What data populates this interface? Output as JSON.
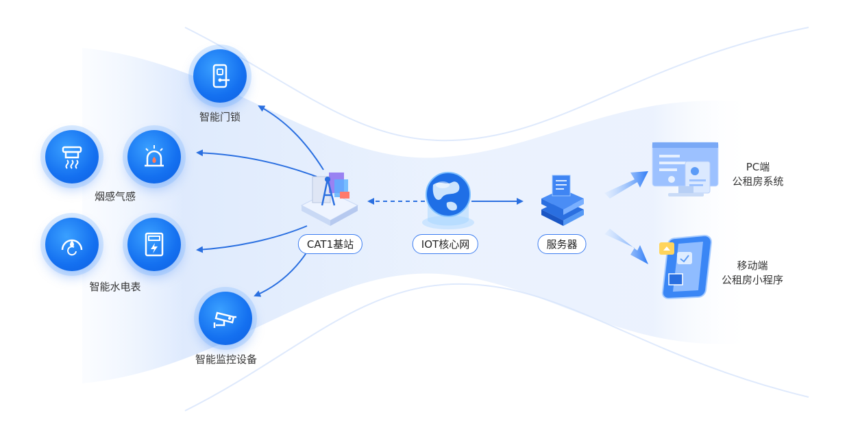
{
  "devices": {
    "door_lock": "智能门锁",
    "smoke_sensor": "烟感气感",
    "meter": "智能水电表",
    "camera": "智能监控设备"
  },
  "nodes": {
    "base_station": "CAT1基站",
    "iot_core": "IOT核心网",
    "server": "服务器"
  },
  "endpoints": {
    "pc": {
      "line1": "PC端",
      "line2": "公租房系统"
    },
    "mobile": {
      "line1": "移动端",
      "line2": "公租房小程序"
    }
  },
  "colors": {
    "accent": "#1a73f0",
    "arrow": "#2a6fe0",
    "pill_border": "#3b7cf0"
  }
}
